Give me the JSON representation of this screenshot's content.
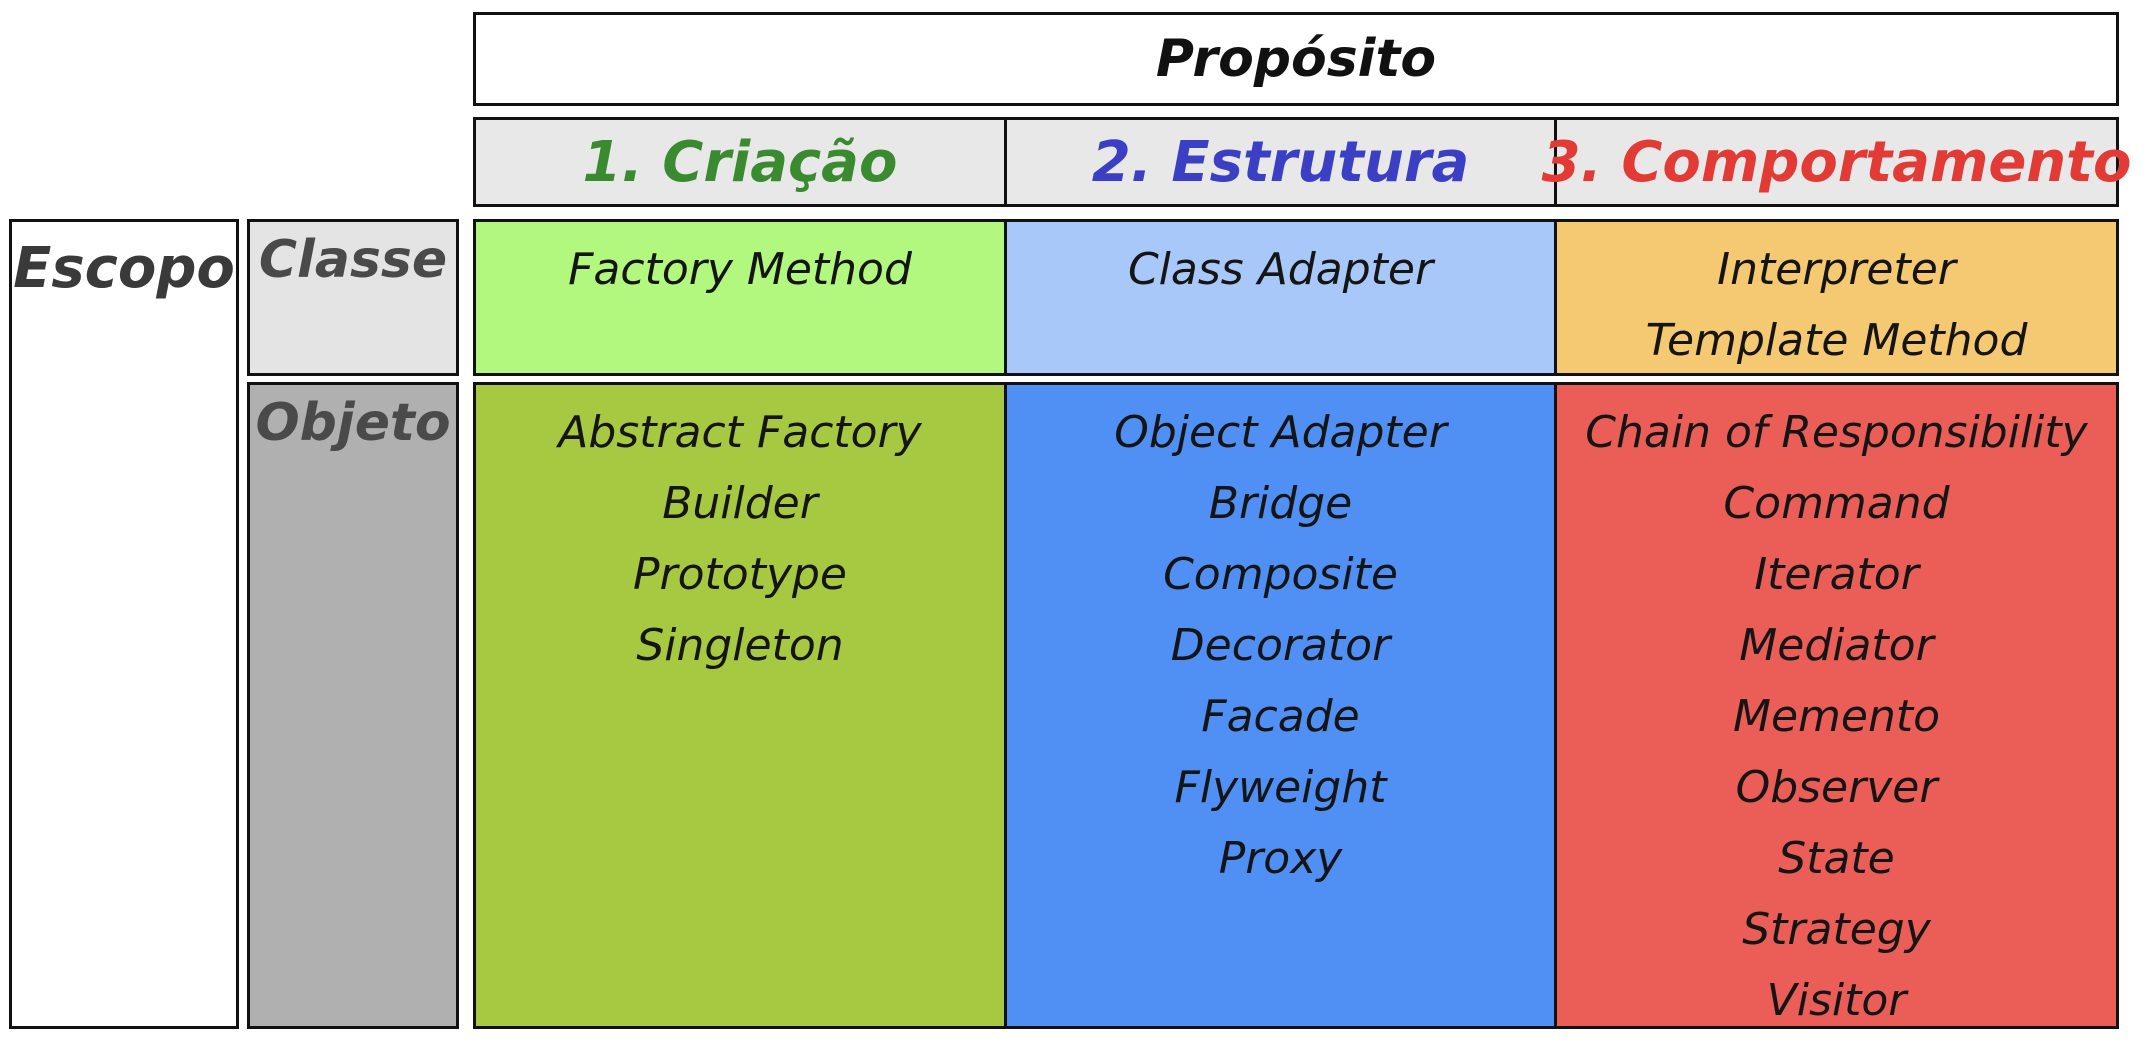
{
  "title": "Propósito",
  "colors": {
    "creation_header": "#3a8a30",
    "structure_header": "#3b3fc4",
    "behavior_header": "#e23a35",
    "creation_class_bg": "#b2f87e",
    "creation_object_bg": "#a6c941",
    "structure_class_bg": "#a8c8fa",
    "structure_object_bg": "#5090f5",
    "behavior_class_bg": "#f5c971",
    "behavior_object_bg": "#ea5e57"
  },
  "scope": {
    "label": "Escopo",
    "rows": {
      "class": "Classe",
      "object": "Objeto"
    }
  },
  "categories": [
    {
      "label": "1. Criação",
      "class_patterns": [
        "Factory Method"
      ],
      "object_patterns": [
        "Abstract Factory",
        "Builder",
        "Prototype",
        "Singleton"
      ]
    },
    {
      "label": "2. Estrutura",
      "class_patterns": [
        "Class Adapter"
      ],
      "object_patterns": [
        "Object Adapter",
        "Bridge",
        "Composite",
        "Decorator",
        "Facade",
        "Flyweight",
        "Proxy"
      ]
    },
    {
      "label": "3. Comportamento",
      "class_patterns": [
        "Interpreter",
        "Template Method"
      ],
      "object_patterns": [
        "Chain of Responsibility",
        "Command",
        "Iterator",
        "Mediator",
        "Memento",
        "Observer",
        "State",
        "Strategy",
        "Visitor"
      ]
    }
  ]
}
